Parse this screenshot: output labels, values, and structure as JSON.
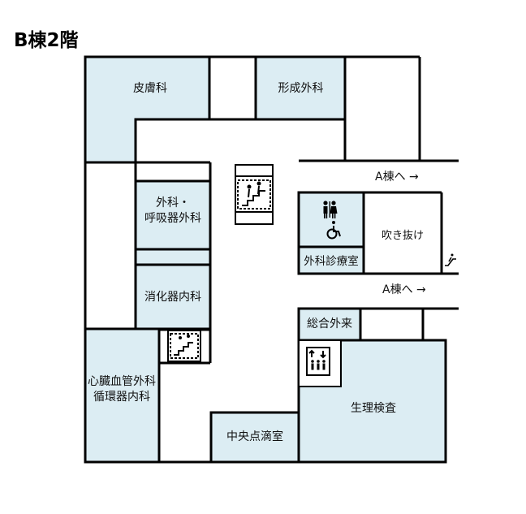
{
  "title": "B棟2階",
  "colors": {
    "room_fill": "#dcedf3",
    "wall": "#000000",
    "background": "#ffffff"
  },
  "rooms": {
    "dermatology": "皮膚科",
    "plastic_surgery": "形成外科",
    "surgery_respiratory_line1": "外科・",
    "surgery_respiratory_line2": "呼吸器外科",
    "gastroenterology": "消化器内科",
    "cardio_line1": "心臓血管外科",
    "cardio_line2": "循環器内科",
    "central_infusion": "中央点滴室",
    "physiological_exam": "生理検査",
    "general_outpatient": "総合外来",
    "surgery_exam_room": "外科診療室",
    "atrium": "吹き抜け"
  },
  "directions": {
    "to_a_building_upper": "A棟へ →",
    "to_a_building_lower": "A棟へ →"
  },
  "icons": {
    "stairs": "stairs-icon",
    "restroom": "restroom-icon",
    "wheelchair": "wheelchair-icon",
    "elevator": "elevator-icon",
    "escalator": "escalator-icon"
  }
}
